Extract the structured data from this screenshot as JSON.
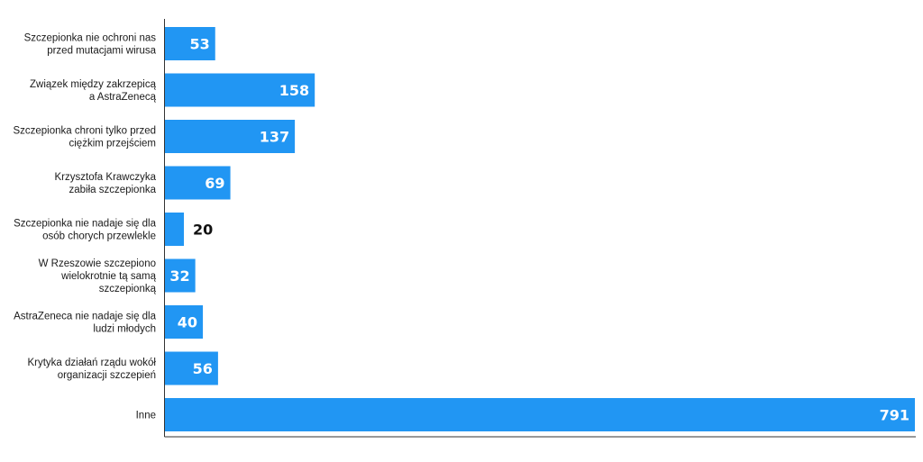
{
  "chart_data": {
    "type": "bar",
    "orientation": "horizontal",
    "categories": [
      [
        "Szczepionka nie ochroni nas",
        "przed mutacjami wirusa"
      ],
      [
        "Związek między zakrzepicą",
        "a AstraZenecą"
      ],
      [
        "Szczepionka chroni tylko przed",
        "ciężkim przejściem"
      ],
      [
        "Krzysztofa Krawczyka",
        "zabiła szczepionka"
      ],
      [
        "Szczepionka nie nadaje się dla",
        "osób chorych przewlekle"
      ],
      [
        "W Rzeszowie szczepiono",
        "wielokrotnie tą samą",
        "szczepionką"
      ],
      [
        "AstraZeneca nie nadaje się dla",
        "ludzi młodych"
      ],
      [
        "Krytyka działań rządu wokół",
        "organizacji szczepień"
      ],
      [
        "Inne"
      ]
    ],
    "values": [
      53,
      158,
      137,
      69,
      20,
      32,
      40,
      56,
      791
    ],
    "value_labels": [
      "53",
      "158",
      "137",
      "69",
      "20",
      "32",
      "40",
      "56",
      "791"
    ],
    "xlim": [
      0,
      791
    ],
    "grid": false,
    "legend": "none",
    "bar_color": "#2196F3",
    "label_inside_color": "#ffffff",
    "label_outside_color": "#111111"
  }
}
